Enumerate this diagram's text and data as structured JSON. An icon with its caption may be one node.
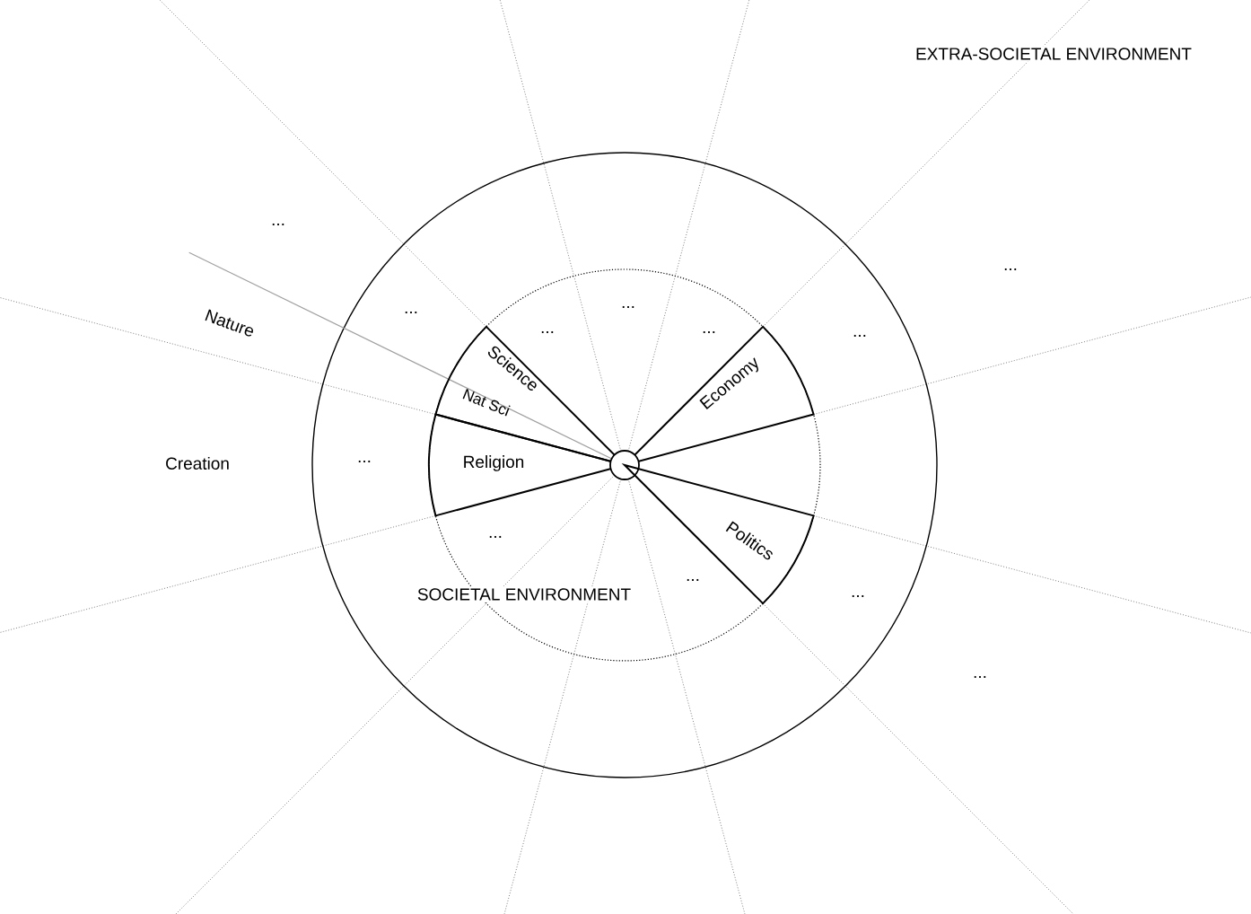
{
  "diagram": {
    "nodes": [
      {
        "text": [
          "Science",
          "Nat Sci"
        ]
      },
      {
        "text": [
          "Economy"
        ]
      },
      {
        "text": [
          "Religion"
        ]
      },
      {
        "text": [],
        "shape": "circle"
      },
      {
        "text": [
          "Politics"
        ]
      }
    ],
    "labels": [
      "EXTRA-SOCIETAL ENVIRONMENT",
      "...",
      "...",
      "...",
      "...",
      "Nature",
      "...",
      "...",
      "...",
      "Creation",
      "...",
      "...",
      "...",
      "SOCIETAL ENVIRONMENT",
      "...",
      "..."
    ]
  }
}
